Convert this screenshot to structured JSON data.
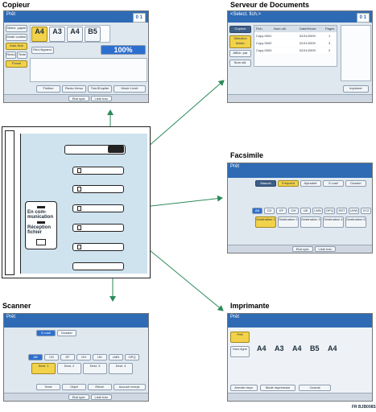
{
  "titles": {
    "copier": "Copieur",
    "document_server": "Serveur de Documents",
    "facsimile": "Facsimile",
    "scanner": "Scanner",
    "printer": "Imprimante"
  },
  "copier": {
    "status": "Prêt",
    "sizes": [
      "A4",
      "A3",
      "A4",
      "B5"
    ],
    "zoom": "100%",
    "zoom_label": "Réd./Agrand.",
    "left_buttons": [
      "Sélect. papier auto",
      "Mode couleur",
      "Auto-Noir",
      "Recto",
      "Texte",
      "Foncé"
    ],
    "bottom_buttons": [
      "Finition",
      "Recto-Verso",
      "Trier/Empiler",
      "Mode Livret"
    ],
    "footer_buttons": [
      "Etat syst.",
      "Liste trav."
    ]
  },
  "document_server": {
    "title": "<Select. fich.>",
    "table_headers": [
      "Fich.",
      "Nom util.",
      "Date/Heure",
      "Pages"
    ],
    "rows": [
      {
        "name": "Copy 0001",
        "date": "02/11/2009",
        "pages": "1"
      },
      {
        "name": "Copy 0002",
        "date": "02/11/2009",
        "pages": "3"
      },
      {
        "name": "Copy 0003",
        "date": "02/11/2009",
        "pages": "2"
      }
    ],
    "left_buttons": [
      "Copieur",
      "Sélection fichier",
      "Affich. par",
      "Nom util."
    ],
    "right_button": "Imprimer"
  },
  "facsimile": {
    "status": "Prêt",
    "tabs": [
      "Manuel",
      "Fréquent",
      "Alphabét.",
      "E-mail",
      "Dossier"
    ],
    "index_row": [
      "AB",
      "CD",
      "EF",
      "GH",
      "IJK",
      "LMN",
      "OPQ",
      "RST",
      "UVW",
      "XYZ"
    ],
    "destinations": [
      "Destination 1",
      "Destination 2",
      "Destination 3",
      "Destination 4",
      "Destination 5"
    ],
    "footer_buttons": [
      "Etat syst.",
      "Liste trav."
    ]
  },
  "scanner": {
    "status": "Prêt",
    "tabs": [
      "E-mail",
      "Dossier"
    ],
    "index_row": [
      "AB",
      "CD",
      "EF",
      "GH",
      "IJK",
      "LMN",
      "OPQ"
    ],
    "destinations": [
      "Dest. 1",
      "Dest. 2",
      "Dest. 3",
      "Dest. 4"
    ],
    "bottom_buttons": [
      "Texte",
      "Objet",
      "Réinit.",
      "Accusé recept."
    ],
    "footer_buttons": [
      "Etat syst.",
      "Liste trav."
    ]
  },
  "printer": {
    "status": "Prêt",
    "sizes": [
      "A4",
      "A3",
      "A4",
      "B5",
      "A4"
    ],
    "left_buttons": [
      "Prêt",
      "Hors ligne"
    ],
    "bottom_buttons": [
      "Annuler impr.",
      "Mode impression",
      "Journal"
    ]
  },
  "panel": {
    "label_communication": "En com-\nmunication",
    "label_reception": "Réception\nfichier",
    "figure_code": "FR BJB008S"
  },
  "colors": {
    "panel_bg": "#cfe3ef",
    "screen_header": "#2f6bb5",
    "arrow": "#2b8a5a"
  }
}
